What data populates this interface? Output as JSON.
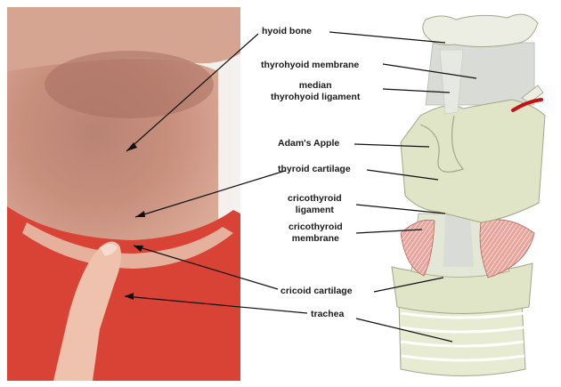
{
  "labels": {
    "hyoid_bone": "hyoid bone",
    "thyrohyoid_membrane": "thyrohyoid membrane",
    "median_thyrohyoid_ligament": [
      "median",
      "thyrohyoid ligament"
    ],
    "adams_apple": "Adam's Apple",
    "thyroid_cartilage": "thyroid cartilage",
    "cricothyroid_ligament": [
      "cricothyroid",
      "ligament"
    ],
    "cricothyroid_membrane": [
      "cricothyroid",
      "membrane"
    ],
    "cricoid_cartilage": "cricoid cartilage",
    "trachea": "trachea"
  },
  "colors": {
    "cartilage": "#dfe5c6",
    "cartilage_outline": "#a3a78a",
    "bone": "#eceee4",
    "membrane": "#d9dbd6",
    "muscle": "#e9a49c",
    "vessel": "#c41212",
    "skin": "#d9a08a",
    "shirt": "#d94336",
    "leader_line": "#111111"
  }
}
